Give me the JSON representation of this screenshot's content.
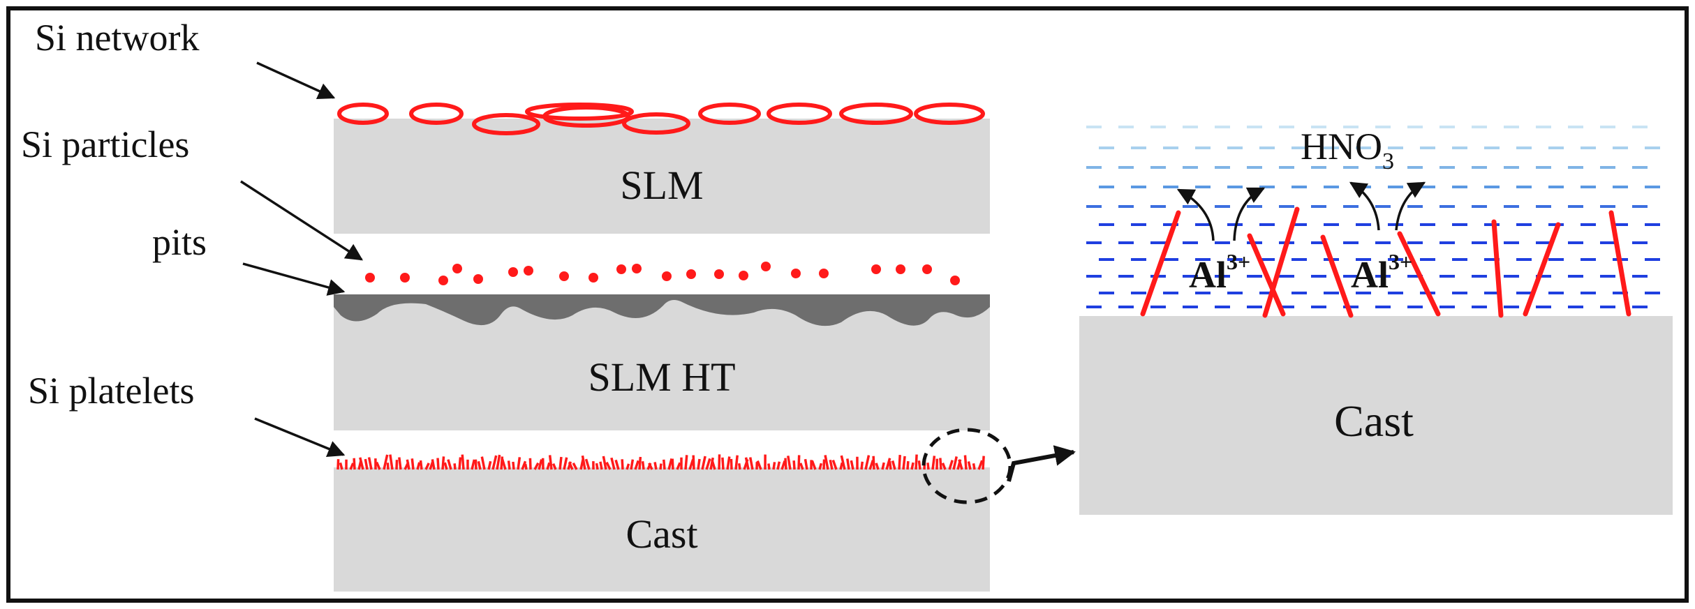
{
  "labels": {
    "si_network": "Si network",
    "si_particles": "Si particles",
    "pits": "pits",
    "si_platelets": "Si platelets",
    "block_slm": "SLM",
    "block_slm_ht": "SLM HT",
    "block_cast": "Cast",
    "zoom_cast": "Cast",
    "acid": "HNO",
    "acid_sub": "3",
    "ion_left": "Al",
    "ion_left_sup": "3+",
    "ion_right": "Al",
    "ion_right_sup": "3+"
  },
  "colors": {
    "frame": "#111111",
    "block": "#d9d9d9",
    "si_red": "#ff1a1a",
    "pit_gray": "#6e6e6e",
    "dash_dark": "#1f3fe0",
    "dash_mid": "#4f8fe0",
    "dash_light": "#a8d0ee",
    "arrow": "#111111"
  }
}
